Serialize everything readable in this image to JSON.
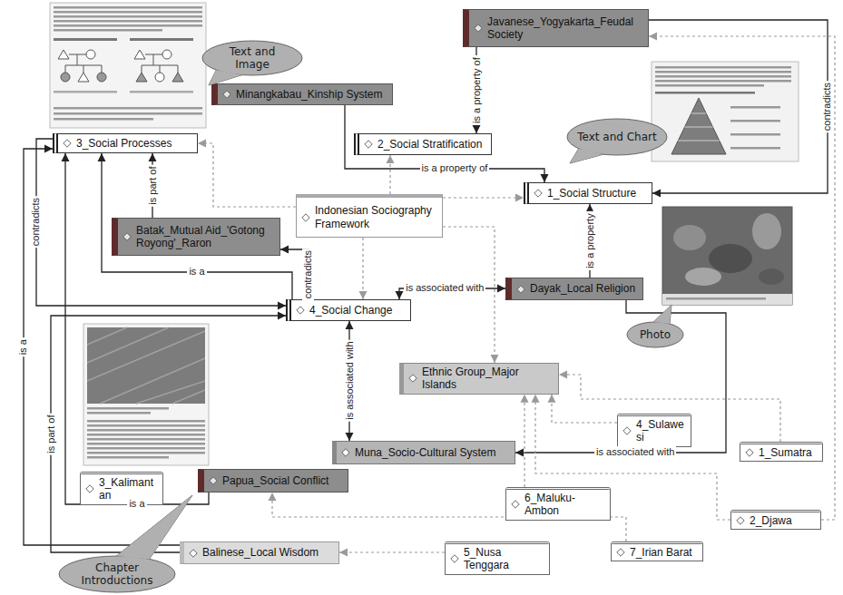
{
  "diagram": {
    "nodes": [
      {
        "text": [
          "Javanese_Yogyakarta_Feudal Society"
        ]
      },
      {
        "text": [
          "Minangkabau_Kinship System"
        ]
      },
      {
        "text": [
          "3_Social Processes"
        ]
      },
      {
        "text": [
          "2_Social Stratification"
        ]
      },
      {
        "text": [
          "1_Social Structure"
        ]
      },
      {
        "text": [
          "Indonesian Sociography Framework"
        ]
      },
      {
        "text": [
          "Batak_Mutual Aid_'Gotong Royong'_Raron"
        ]
      },
      {
        "text": [
          "Dayak_Local Religion"
        ]
      },
      {
        "text": [
          "4_Social Change"
        ]
      },
      {
        "text": [
          "Ethnic Group_Major Islands"
        ]
      },
      {
        "text": [
          "4_Sulawesi"
        ]
      },
      {
        "text": [
          "Muna_Socio-Cultural System"
        ]
      },
      {
        "text": [
          "1_Sumatra"
        ]
      },
      {
        "text": [
          "3_Kalimantan"
        ]
      },
      {
        "text": [
          "Papua_Social Conflict"
        ]
      },
      {
        "text": [
          "6_Maluku-Ambon"
        ]
      },
      {
        "text": [
          "2_Djawa"
        ]
      },
      {
        "text": [
          "Balinese_Local Wisdom"
        ]
      },
      {
        "text": [
          "5_Nusa Tenggara"
        ]
      },
      {
        "text": [
          "7_Irian Barat"
        ]
      },
      {
        "text": [
          "Text and Image"
        ]
      },
      {
        "text": [
          "Text and Chart"
        ]
      },
      {
        "text": [
          "Photo"
        ]
      },
      {
        "text": [
          "Chapter Introductions"
        ]
      }
    ],
    "edges": [
      {
        "from": 0,
        "to": 3,
        "label": "is a property of",
        "arrow": "to"
      },
      {
        "from": 1,
        "to": 4,
        "label": "is a property of",
        "arrow": "to"
      },
      {
        "from": 6,
        "to": 2,
        "label": "is part of",
        "arrow": "to"
      },
      {
        "from": 8,
        "to": 6,
        "label": "contradicts",
        "arrow": "to"
      },
      {
        "from": 8,
        "to": 7,
        "label": "is associated with",
        "arrow": "both"
      },
      {
        "from": 7,
        "to": 4,
        "label": "is a property",
        "arrow": "to"
      },
      {
        "from": 14,
        "to": 2,
        "label": "is a",
        "arrow": "to"
      },
      {
        "from": 8,
        "to": 11,
        "label": "is associated with",
        "arrow": "both"
      },
      {
        "from": 7,
        "to": 11,
        "label": "is associated with",
        "arrow": "to"
      },
      {
        "from": 2,
        "to": 8,
        "label": "contradicts",
        "arrow": "to"
      },
      {
        "from": 0,
        "to": 4,
        "label": "contradicts",
        "arrow": "to"
      },
      {
        "from": 17,
        "to": 2,
        "label": "is a",
        "arrow": "to"
      },
      {
        "from": 17,
        "to": 8,
        "label": "is part of",
        "arrow": "to"
      },
      {
        "from": 8,
        "to": 2,
        "label": "is a",
        "arrow": "to"
      },
      {
        "from": 5,
        "to": 2,
        "arrow": "to"
      },
      {
        "from": 5,
        "to": 3,
        "arrow": "to"
      },
      {
        "from": 5,
        "to": 4,
        "arrow": "to"
      },
      {
        "from": 5,
        "to": 8,
        "arrow": "to"
      },
      {
        "from": 5,
        "to": 9,
        "arrow": "to"
      },
      {
        "from": 10,
        "to": 9,
        "arrow": "to"
      },
      {
        "from": 12,
        "to": 9,
        "arrow": "to"
      },
      {
        "from": 16,
        "to": 9,
        "arrow": "to"
      },
      {
        "from": 15,
        "to": 9,
        "arrow": "to"
      },
      {
        "from": 19,
        "to": 14,
        "arrow": "to"
      },
      {
        "from": 18,
        "to": 17,
        "arrow": "to"
      },
      {
        "from": 16,
        "to": 0,
        "arrow": "to"
      }
    ]
  }
}
